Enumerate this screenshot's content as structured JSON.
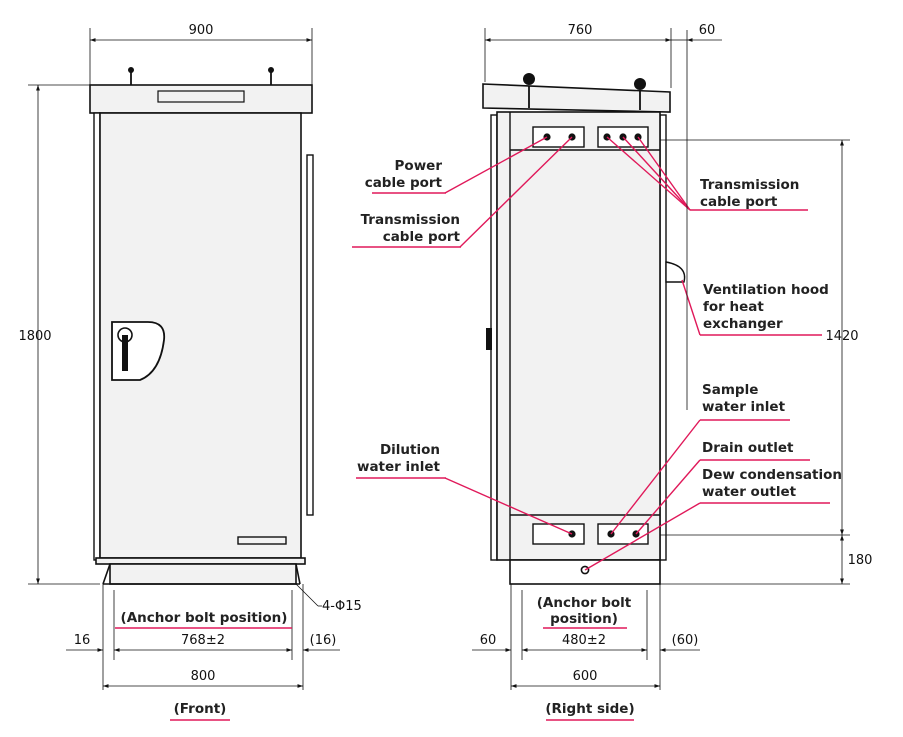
{
  "dimensions": {
    "front_width": "900",
    "side_depth": "760",
    "side_overhang": "60",
    "total_height": "1800",
    "body_height": "1420",
    "base_height": "180",
    "anchor_bolts": "4-Φ15",
    "front_left_margin": "16",
    "front_bolt_pitch": "768±2",
    "front_right_margin": "(16)",
    "front_base_width": "800",
    "side_left_margin": "60",
    "side_bolt_pitch": "480±2",
    "side_right_margin": "(60)",
    "side_base_width": "600"
  },
  "labels": {
    "power_cable_port": [
      "Power",
      "cable port"
    ],
    "transmission_cable_port_left": [
      "Transmission",
      "cable port"
    ],
    "transmission_cable_port_right": [
      "Transmission",
      "cable port"
    ],
    "ventilation_hood": [
      "Ventilation hood",
      "for heat",
      "exchanger"
    ],
    "sample_water_inlet": [
      "Sample",
      "water inlet"
    ],
    "drain_outlet": "Drain outlet",
    "dew_condensation": [
      "Dew condensation",
      "water outlet"
    ],
    "dilution_water_inlet": [
      "Dilution",
      "water inlet"
    ],
    "anchor_bolt_front": "(Anchor bolt position)",
    "anchor_bolt_side": [
      "(Anchor bolt",
      "position)"
    ]
  },
  "captions": {
    "front": "(Front)",
    "right_side": "(Right side)"
  },
  "colors": {
    "leader": "#e0195a",
    "line": "#111111",
    "fill": "#f2f2f2"
  }
}
